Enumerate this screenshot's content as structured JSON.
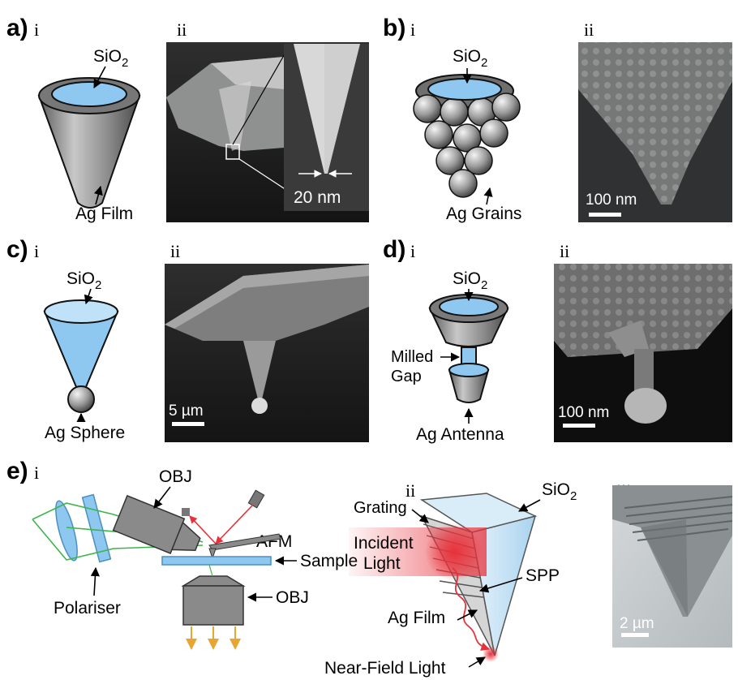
{
  "panels": {
    "a": {
      "letter": "a)",
      "sub1": "i",
      "sub2": "ii",
      "silica": "SiO",
      "silica_sub": "2",
      "film": "Ag Film",
      "scale": "20 nm"
    },
    "b": {
      "letter": "b)",
      "sub1": "i",
      "sub2": "ii",
      "silica": "SiO",
      "silica_sub": "2",
      "grains": "Ag Grains",
      "scale": "100 nm"
    },
    "c": {
      "letter": "c)",
      "sub1": "i",
      "sub2": "ii",
      "silica": "SiO",
      "silica_sub": "2",
      "sphere": "Ag Sphere",
      "scale": "5 µm"
    },
    "d": {
      "letter": "d)",
      "sub1": "i",
      "sub2": "ii",
      "silica": "SiO",
      "silica_sub": "2",
      "gap1": "Milled",
      "gap2": "Gap",
      "antenna": "Ag Antenna",
      "scale": "100 nm"
    },
    "e": {
      "letter": "e)",
      "sub1": "i",
      "sub2": "ii",
      "sub3": "iii",
      "obj_top": "OBJ",
      "afm": "AFM",
      "sample": "Sample",
      "obj_bottom": "OBJ",
      "polariser": "Polariser",
      "grating": "Grating",
      "silica": "SiO",
      "silica_sub": "2",
      "incident1": "Incident",
      "incident2": "Light",
      "spp": "SPP",
      "film": "Ag Film",
      "nearfield": "Near-Field Light",
      "scale": "2 µm"
    }
  },
  "colors": {
    "silica_blue": "#8ec8f0",
    "metal_grey": "#8a8a8a",
    "laser_red": "#e8313a",
    "green_beam": "#3cb54a",
    "orange_arrow": "#e8a530"
  }
}
